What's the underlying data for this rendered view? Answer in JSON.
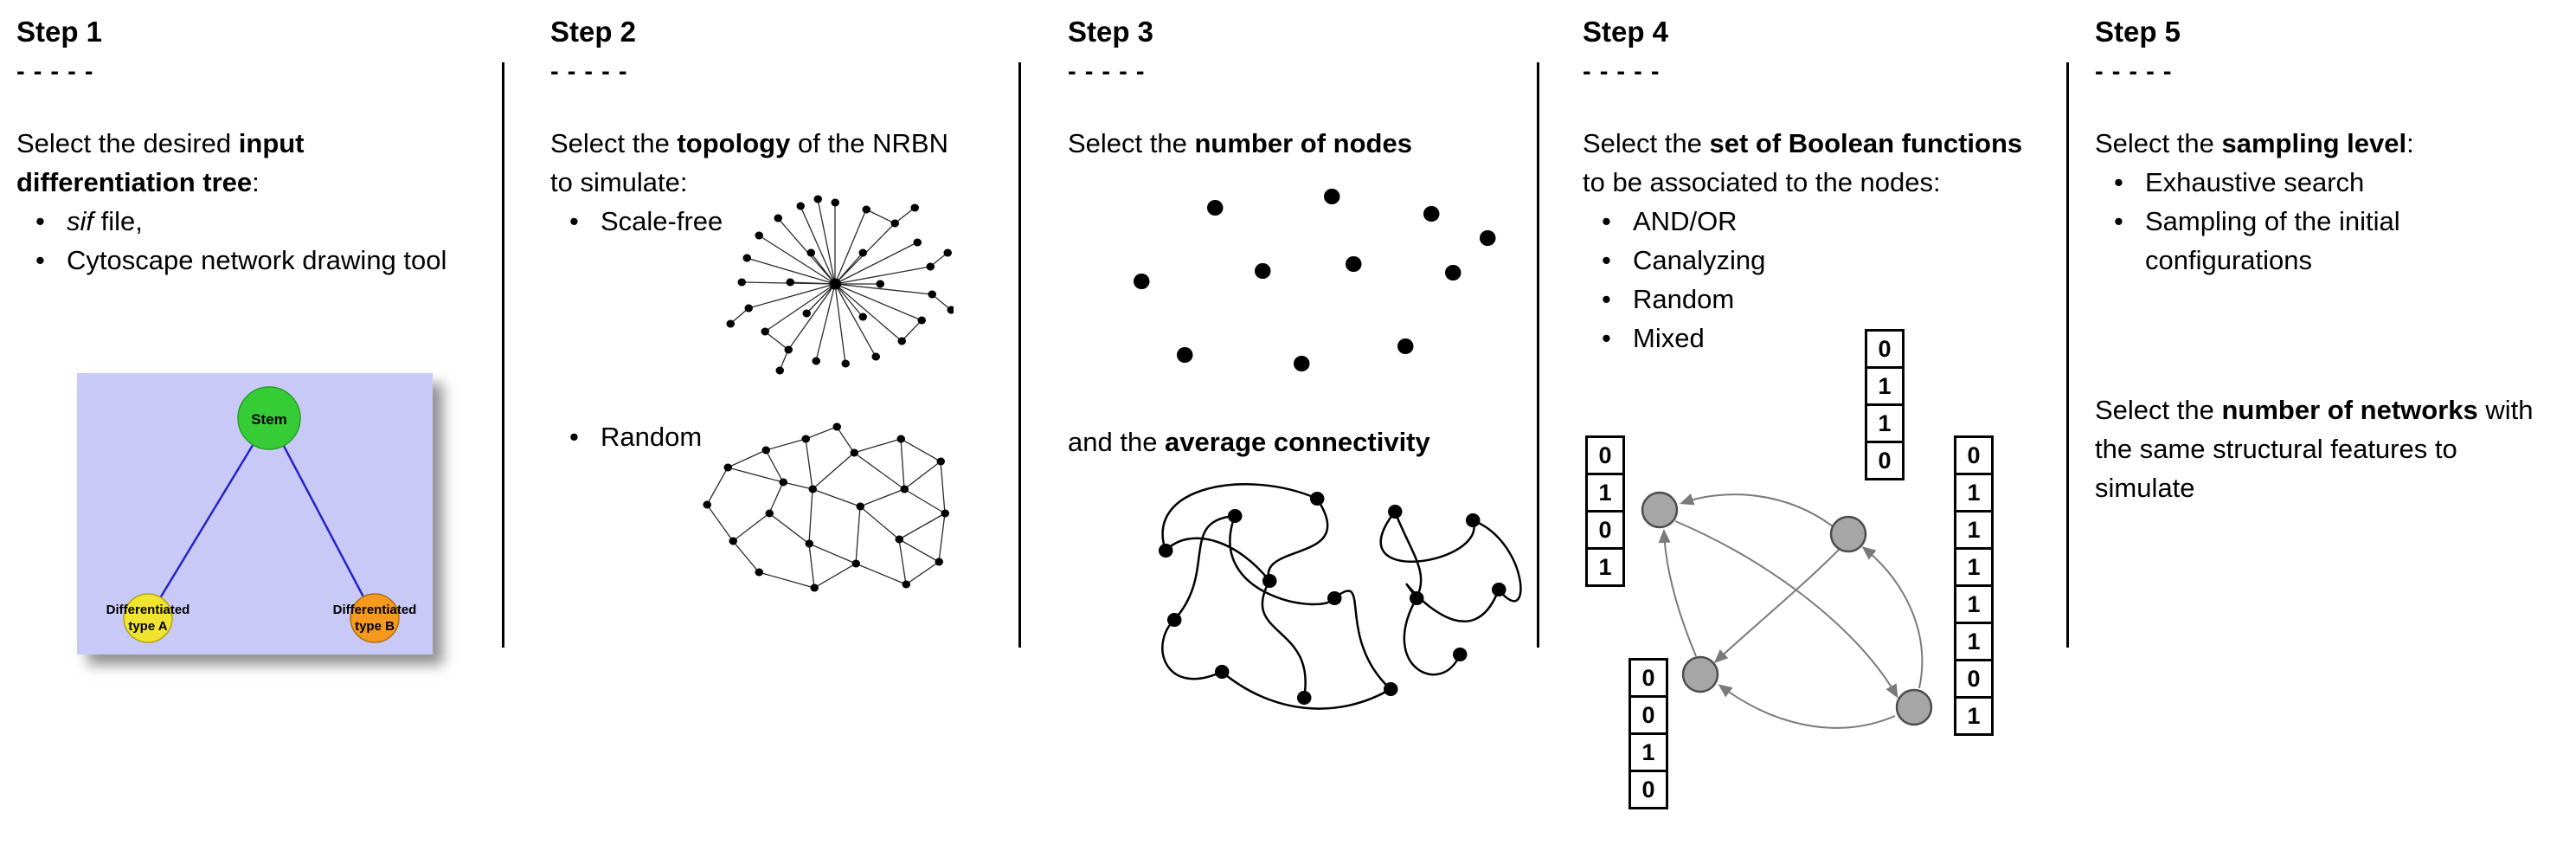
{
  "colors": {
    "stem": "#35cc35",
    "type_a": "#f0e431",
    "type_b": "#f5991f",
    "node_gray": "#a6a6a6"
  },
  "steps": [
    {
      "title": "Step 1",
      "dashes": "- - - - -",
      "intro": {
        "pre": "Select the desired ",
        "bold": "input differentiation tree",
        "post": ":"
      },
      "bullets": [
        {
          "italic": "sif",
          "rest": " file,"
        },
        {
          "text": "Cytoscape network drawing tool"
        }
      ],
      "tree": {
        "stem_label": "Stem",
        "type_a_label_1": "Differentiated",
        "type_a_label_2": "type A",
        "type_b_label_1": "Differentiated",
        "type_b_label_2": "type B"
      }
    },
    {
      "title": "Step 2",
      "dashes": "- - - - -",
      "intro": {
        "pre": "Select the ",
        "bold": "topology",
        "post": " of the NRBN to simulate:"
      },
      "bullets": [
        {
          "text": "Scale-free"
        },
        {
          "text": "Random"
        }
      ]
    },
    {
      "title": "Step 3",
      "dashes": "- - - - -",
      "intro": {
        "pre": "Select the ",
        "bold": "number of nodes",
        "post": ""
      },
      "second": {
        "pre": "and the ",
        "bold": "average connectivity",
        "post": ""
      }
    },
    {
      "title": "Step 4",
      "dashes": "- - - - -",
      "intro": {
        "pre": "Select the ",
        "bold": "set of Boolean functions",
        "post": " to be associated to the nodes:"
      },
      "bullets": [
        {
          "text": "AND/OR"
        },
        {
          "text": "Canalyzing"
        },
        {
          "text": "Random"
        },
        {
          "text": "Mixed"
        }
      ],
      "tables": {
        "left": [
          "0",
          "1",
          "0",
          "1"
        ],
        "top": [
          "0",
          "1",
          "1",
          "0"
        ],
        "right": [
          "0",
          "1",
          "1",
          "1",
          "1",
          "1",
          "0",
          "1"
        ],
        "bottom": [
          "0",
          "0",
          "1",
          "0"
        ]
      }
    },
    {
      "title": "Step 5",
      "dashes": "- - - - -",
      "intro": {
        "pre": "Select the ",
        "bold": "sampling level",
        "post": ":"
      },
      "bullets": [
        {
          "text": "Exhaustive search"
        },
        {
          "text": "Sampling of the initial configurations"
        }
      ],
      "second": {
        "pre": "Select the ",
        "bold": "number of networks",
        "post": " with the same structural features to simulate"
      }
    }
  ]
}
